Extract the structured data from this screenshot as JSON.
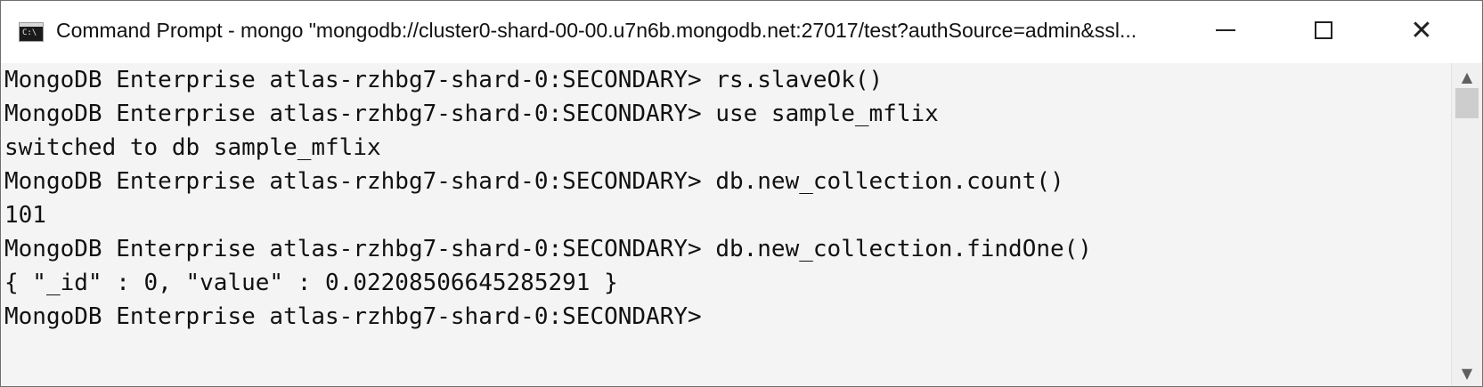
{
  "window": {
    "title": "Command Prompt - mongo  \"mongodb://cluster0-shard-00-00.u7n6b.mongodb.net:27017/test?authSource=admin&ssl...",
    "icon_text": "C:\\",
    "controls": {
      "minimize_icon": "minimize-icon",
      "maximize_icon": "maximize-icon",
      "close_symbol": "✕"
    }
  },
  "console": {
    "lines": [
      "MongoDB Enterprise atlas-rzhbg7-shard-0:SECONDARY> rs.slaveOk()",
      "MongoDB Enterprise atlas-rzhbg7-shard-0:SECONDARY> use sample_mflix",
      "switched to db sample_mflix",
      "MongoDB Enterprise atlas-rzhbg7-shard-0:SECONDARY> db.new_collection.count()",
      "101",
      "MongoDB Enterprise atlas-rzhbg7-shard-0:SECONDARY> db.new_collection.findOne()",
      "{ \"_id\" : 0, \"value\" : 0.02208506645285291 }",
      "MongoDB Enterprise atlas-rzhbg7-shard-0:SECONDARY>"
    ]
  },
  "scrollbar": {
    "up_arrow": "▲",
    "down_arrow": "▼"
  },
  "colors": {
    "console_background": "#f4f4f4",
    "console_text": "#111111",
    "title_background": "#ffffff"
  }
}
